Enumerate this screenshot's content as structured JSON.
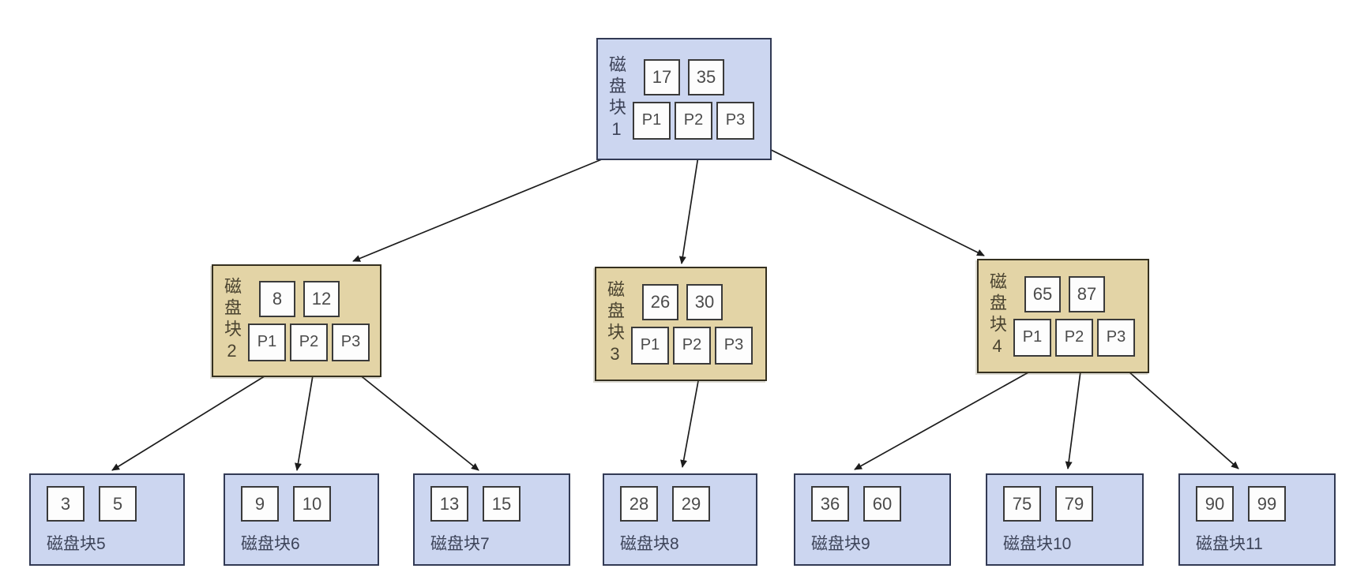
{
  "diagram_type": "b-tree-disk-blocks",
  "colors": {
    "internal_root_fill": "#ccd6f0",
    "internal_child_fill": "#e3d4a6",
    "leaf_fill": "#ccd6f0",
    "cell_fill": "#fdfdfd",
    "border_dark": "#323a54",
    "arrow": "#1c1c1c"
  },
  "internal_nodes": [
    {
      "id": "block1",
      "label": "磁盘块1",
      "keys": [
        "17",
        "35"
      ],
      "pointers": [
        "P1",
        "P2",
        "P3"
      ],
      "color": "blue"
    },
    {
      "id": "block2",
      "label": "磁盘块2",
      "keys": [
        "8",
        "12"
      ],
      "pointers": [
        "P1",
        "P2",
        "P3"
      ],
      "color": "tan"
    },
    {
      "id": "block3",
      "label": "磁盘块3",
      "keys": [
        "26",
        "30"
      ],
      "pointers": [
        "P1",
        "P2",
        "P3"
      ],
      "color": "tan"
    },
    {
      "id": "block4",
      "label": "磁盘块4",
      "keys": [
        "65",
        "87"
      ],
      "pointers": [
        "P1",
        "P2",
        "P3"
      ],
      "color": "tan"
    }
  ],
  "leaf_nodes": [
    {
      "id": "block5",
      "label": "磁盘块5",
      "keys": [
        "3",
        "5"
      ]
    },
    {
      "id": "block6",
      "label": "磁盘块6",
      "keys": [
        "9",
        "10"
      ]
    },
    {
      "id": "block7",
      "label": "磁盘块7",
      "keys": [
        "13",
        "15"
      ]
    },
    {
      "id": "block8",
      "label": "磁盘块8",
      "keys": [
        "28",
        "29"
      ]
    },
    {
      "id": "block9",
      "label": "磁盘块9",
      "keys": [
        "36",
        "60"
      ]
    },
    {
      "id": "block10",
      "label": "磁盘块10",
      "keys": [
        "75",
        "79"
      ]
    },
    {
      "id": "block11",
      "label": "磁盘块11",
      "keys": [
        "90",
        "99"
      ]
    }
  ],
  "edges": [
    {
      "from": "磁盘块1:P1",
      "to": "磁盘块2"
    },
    {
      "from": "磁盘块1:P2",
      "to": "磁盘块3"
    },
    {
      "from": "磁盘块1:P3",
      "to": "磁盘块4"
    },
    {
      "from": "磁盘块2:P1",
      "to": "磁盘块5"
    },
    {
      "from": "磁盘块2:P2",
      "to": "磁盘块6"
    },
    {
      "from": "磁盘块2:P3",
      "to": "磁盘块7"
    },
    {
      "from": "磁盘块3:P2",
      "to": "磁盘块8"
    },
    {
      "from": "磁盘块4:P1",
      "to": "磁盘块9"
    },
    {
      "from": "磁盘块4:P2",
      "to": "磁盘块10"
    },
    {
      "from": "磁盘块4:P3",
      "to": "磁盘块11"
    }
  ]
}
